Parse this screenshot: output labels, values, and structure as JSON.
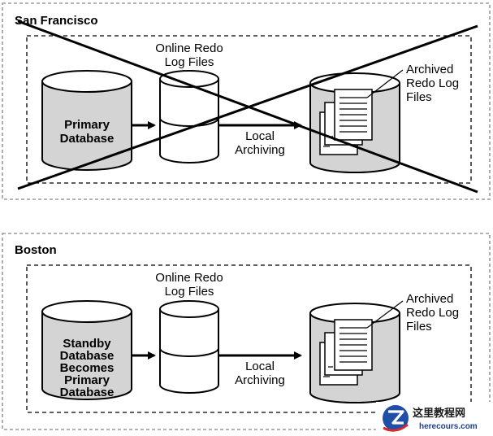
{
  "sites": [
    {
      "name": "San Francisco",
      "primary_label": [
        "Primary",
        "Database"
      ],
      "online_redo_label": [
        "Online Redo",
        "Log Files"
      ],
      "archiving_label": [
        "Local",
        "Archiving"
      ],
      "archived_label": [
        "Archived",
        "Redo Log",
        "Files"
      ],
      "crossed_out": true
    },
    {
      "name": "Boston",
      "primary_label": [
        "Standby",
        "Database",
        "Becomes",
        "Primary",
        "Database"
      ],
      "online_redo_label": [
        "Online Redo",
        "Log Files"
      ],
      "archiving_label": [
        "Local",
        "Archiving"
      ],
      "archived_label": [
        "Archived",
        "Redo Log",
        "Files"
      ],
      "crossed_out": false
    }
  ],
  "watermark": {
    "cn_text": "这里教程网",
    "en_text": "herecours.com",
    "colors": {
      "badge_blue": "#1f4fa8",
      "badge_red": "#d52b2b"
    }
  }
}
